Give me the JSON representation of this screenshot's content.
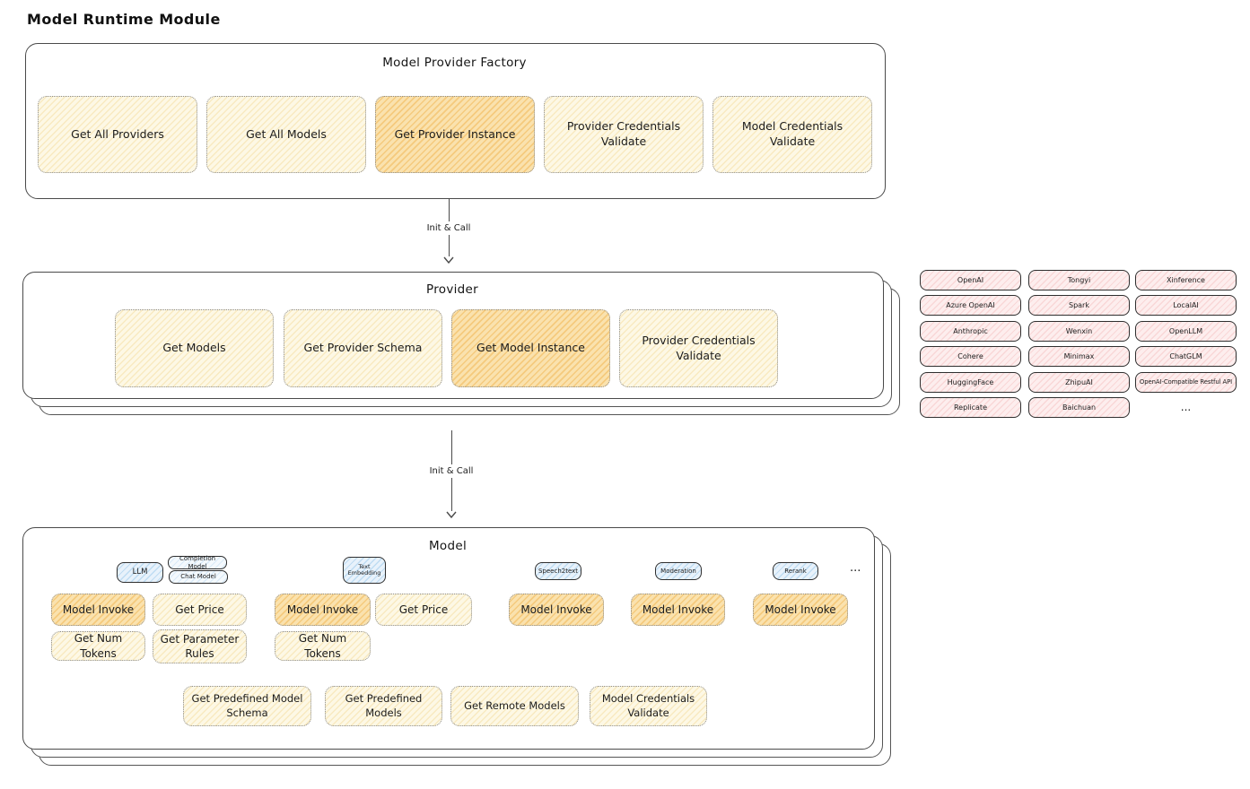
{
  "page_title": "Model Runtime Module",
  "arrow_label": "Init & Call",
  "colors": {
    "node_cream": "#fdf8e5",
    "node_orange": "#fae2ae",
    "node_pink": "#fdeeee",
    "node_blue": "#e8f2fb",
    "border_dark": "#4a4a4a"
  },
  "factory": {
    "title": "Model Provider Factory",
    "buttons": [
      "Get All Providers",
      "Get All Models",
      "Get Provider Instance",
      "Provider Credentials Validate",
      "Model Credentials Validate"
    ]
  },
  "provider": {
    "title": "Provider",
    "buttons": [
      "Get Models",
      "Get Provider Schema",
      "Get Model Instance",
      "Provider Credentials Validate"
    ]
  },
  "providers_grid": {
    "col1": [
      "OpenAI",
      "Azure OpenAI",
      "Anthropic",
      "Cohere",
      "HuggingFace",
      "Replicate"
    ],
    "col2": [
      "Tongyi",
      "Spark",
      "Wenxin",
      "Minimax",
      "ZhipuAI",
      "Baichuan"
    ],
    "col3": [
      "Xinference",
      "LocalAI",
      "OpenLLM",
      "ChatGLM",
      "OpenAI-Compatible Restful API"
    ],
    "more": "..."
  },
  "model": {
    "title": "Model",
    "tags": {
      "llm": "LLM",
      "completion": "Completion Model",
      "chat": "Chat Model",
      "embedding": "Text Embedding",
      "speech": "Speech2text",
      "moderation": "Moderation",
      "rerank": "Rerank",
      "more": "..."
    },
    "buttons": {
      "invoke": "Model Invoke",
      "price": "Get Price",
      "tokens": "Get Num Tokens",
      "params": "Get Parameter Rules",
      "schema": "Get Predefined Model Schema",
      "predefined": "Get Predefined Models",
      "remote": "Get Remote Models",
      "credentials": "Model Credentials Validate"
    }
  }
}
